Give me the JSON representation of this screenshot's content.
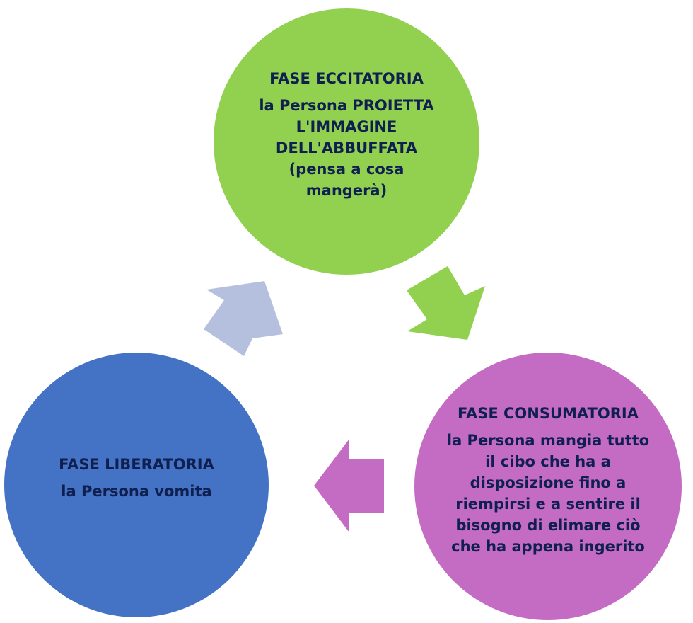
{
  "colors": {
    "excitatory": "#92d050",
    "consummatory": "#c46bc4",
    "liberatory": "#4472c4",
    "arrow_green": "#92d050",
    "arrow_purple": "#c46bc4",
    "arrow_blue": "#b4c0de",
    "text": "#0f1f4f"
  },
  "phases": {
    "excitatory": {
      "title": "FASE ECCITATORIA",
      "text": "la Persona PROIETTA L'IMMAGINE DELL'ABBUFFATA (pensa a cosa mangerà)"
    },
    "consummatory": {
      "title": "FASE CONSUMATORIA",
      "text": "la Persona mangia tutto il cibo che ha a disposizione fino a riempirsi e a sentire il bisogno di elimare ciò che ha appena ingerito"
    },
    "liberatory": {
      "title": "FASE LIBERATORIA",
      "text": "la Persona vomita"
    }
  },
  "arrows": [
    {
      "from": "excitatory",
      "to": "consummatory",
      "icon": "arrow-down-right"
    },
    {
      "from": "consummatory",
      "to": "liberatory",
      "icon": "arrow-left"
    },
    {
      "from": "liberatory",
      "to": "excitatory",
      "icon": "arrow-up-right"
    }
  ]
}
